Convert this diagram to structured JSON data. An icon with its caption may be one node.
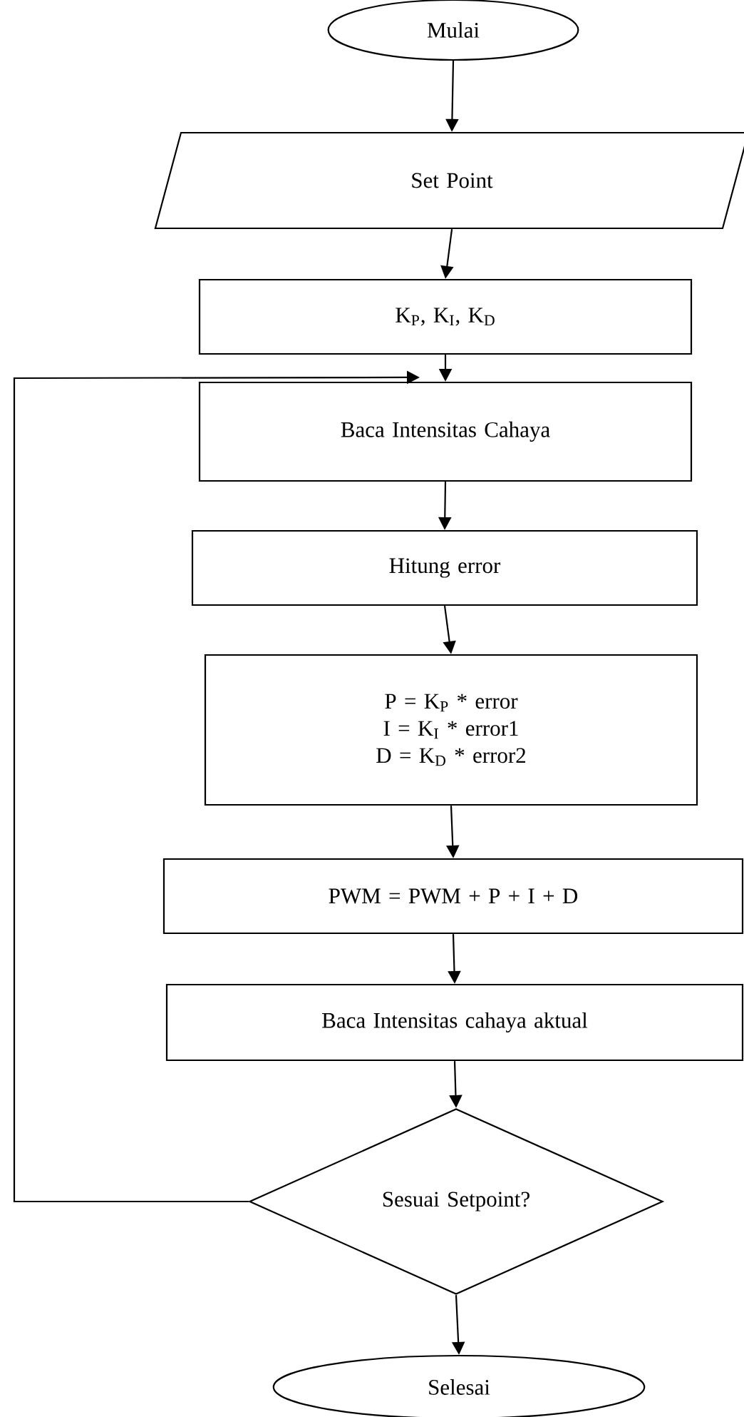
{
  "diagram": {
    "nodes": [
      {
        "text": [
          "Mulai"
        ]
      },
      {
        "text": [
          "Set Point"
        ]
      },
      {
        "text": [
          "K$_{P}$, K$_{I}$, K$_{D}$"
        ]
      },
      {
        "text": [
          "Baca Intensitas Cahaya"
        ]
      },
      {
        "text": [
          "Hitung error"
        ]
      },
      {
        "text": [
          "P  =  K$_{P}$ * error",
          "I  =  K$_{I}$ * error1",
          "D  = K$_{D}$ * error2"
        ]
      },
      {
        "text": [
          "PWM = PWM + P + I + D"
        ]
      },
      {
        "text": [
          "Baca Intensitas cahaya aktual"
        ]
      },
      {
        "text": [
          "Sesuai Setpoint?"
        ]
      },
      {
        "text": [
          "Selesai"
        ]
      }
    ],
    "edges": [
      {
        "from": 0,
        "to": 1,
        "arrow": "to"
      },
      {
        "from": 1,
        "to": 2,
        "arrow": "to"
      },
      {
        "from": 2,
        "to": 3,
        "arrow": "to"
      },
      {
        "from": 3,
        "to": 4,
        "arrow": "to"
      },
      {
        "from": 4,
        "to": 5,
        "arrow": "to"
      },
      {
        "from": 5,
        "to": 6,
        "arrow": "to"
      },
      {
        "from": 6,
        "to": 7,
        "arrow": "to"
      },
      {
        "from": 7,
        "to": 8,
        "arrow": "to"
      },
      {
        "from": 8,
        "to": 9,
        "arrow": "to"
      },
      {
        "from": 8,
        "to": 3,
        "arrow": "to"
      }
    ]
  }
}
